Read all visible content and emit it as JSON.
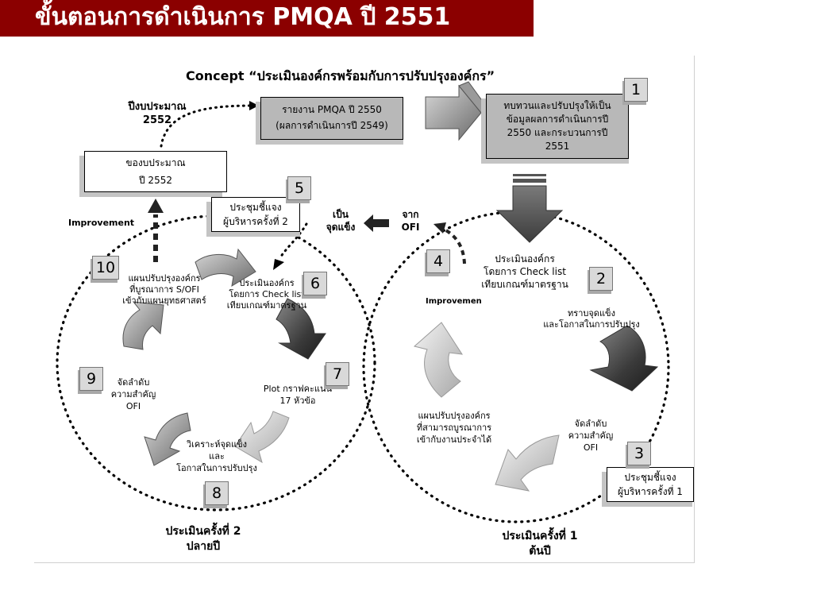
{
  "title": "ขั้นตอนการดำเนินการ  PMQA  ปี 2551",
  "concept_title": "Concept “ประเมินองค์กรพร้อมกับการปรับปรุงองค์กร”",
  "budget_year_label": [
    "ปีงบประมาณ",
    "2552"
  ],
  "report_box": [
    "รายงาน PMQA ปี 2550",
    "(ผลการดำเนินการปี 2549)"
  ],
  "review_box": [
    "ทบทวนและปรับปรุงให้เป็น",
    "ข้อมูลผลการดำเนินการปี",
    "2550 และกระบวนการปี",
    "2551"
  ],
  "budget_request_box": [
    "ของบประมาณ",
    "ปี 2552"
  ],
  "meeting2_box": [
    "ประชุมชี้แจง",
    "ผู้บริหารครั้งที่ 2"
  ],
  "meeting1_box": [
    "ประชุมชี้แจง",
    "ผู้บริหารครั้งที่ 1"
  ],
  "strength_label": [
    "เป็น",
    "จุดแข็ง"
  ],
  "ofi_label": [
    "จาก",
    "OFI"
  ],
  "improvement_left": "Improvement",
  "improvement_right": "Improvemen",
  "steps": {
    "s1": "1",
    "s2": "2",
    "s3": "3",
    "s4": "4",
    "s5": "5",
    "s6": "6",
    "s7": "7",
    "s8": "8",
    "s9": "9",
    "s10": "10"
  },
  "right_cycle": {
    "assess": [
      "ประเมินองค์กร",
      "โดยการ Check list",
      "เทียบเกณฑ์มาตรฐาน"
    ],
    "know": [
      "ทราบจุดแข็ง",
      "และโอกาสในการปรับปรุง"
    ],
    "prioritize": [
      "จัดลำดับ",
      "ความสำคัญ",
      "OFI"
    ],
    "plan": [
      "แผนปรับปรุงองค์กร",
      "ที่สามารถบูรณาการ",
      "เข้ากับงานประจำได้"
    ],
    "caption": [
      "ประเมินครั้งที่ 1",
      "ต้นปี"
    ]
  },
  "left_cycle": {
    "assess": [
      "ประเมินองค์กร",
      "โดยการ Check list",
      "เทียบเกณฑ์มาตรฐาน"
    ],
    "plot": [
      "Plot กราฟคะแนน",
      "17 หัวข้อ"
    ],
    "analyze": [
      "วิเคราะห์จุดแข็ง",
      "และ",
      "โอกาสในการปรับปรุง"
    ],
    "prioritize": [
      "จัดลำดับ",
      "ความสำคัญ",
      "OFI"
    ],
    "plan": [
      "แผนปรับปรุงองค์กร",
      "ที่บูรณาการ S/OFI",
      "เข้ากับแผนยุทธศาสตร์"
    ],
    "caption": [
      "ประเมินครั้งที่ 2",
      "ปลายปี"
    ]
  },
  "colors": {
    "title_bg": "#8b0000",
    "box_gray": "#b8b8b8",
    "box_white": "#ffffff"
  }
}
